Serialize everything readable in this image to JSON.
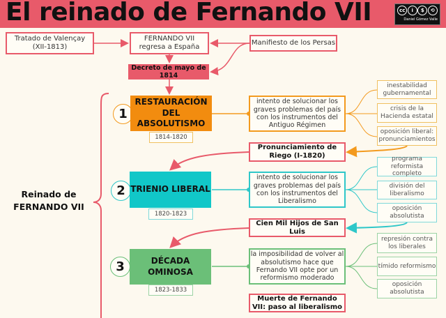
{
  "header": {
    "title": "El reinado de Fernando VII",
    "license": {
      "icons": [
        "cc",
        "by",
        "nc",
        "sa"
      ],
      "labels": [
        "cc",
        "i",
        "$",
        "⟲"
      ],
      "author": "Daniel Gómez Valle"
    }
  },
  "top": {
    "tratado": "Tratado de Valençay (XII-1813)",
    "regresa": "FERNANDO VII regresa a España",
    "manifiesto": "Manifiesto de los Persas",
    "decreto": "Decreto de mayo de 1814"
  },
  "reinado": "Reinado de FERNANDO VII",
  "stages": [
    {
      "num": "1",
      "name": "RESTAURACIÓN DEL ABSOLUTISMO",
      "dates": "1814-1820",
      "color": "#f28c0f",
      "desc": "intento de solucionar los graves problemas del país con los instrumentos del Antiguo Régimen",
      "items": [
        "inestabilidad gubernamental",
        "crisis de la Hacienda estatal",
        "oposición liberal: pronunciamientos"
      ]
    },
    {
      "num": "2",
      "name": "TRIENIO LIBERAL",
      "dates": "1820-1823",
      "color": "#11c7c8",
      "desc": "intento de solucionar los graves problemas del país con los instrumentos del Liberalismo",
      "items": [
        "programa reformista completo",
        "división del liberalismo",
        "oposición absolutista"
      ]
    },
    {
      "num": "3",
      "name": "DÉCADA OMINOSA",
      "dates": "1823-1833",
      "color": "#6bbf78",
      "desc": "la imposibilidad de volver al absolutismo hace que Fernando VII opte por un reformismo moderado",
      "items": [
        "represión contra los liberales",
        "tímido reformismo",
        "oposición absolutista"
      ]
    }
  ],
  "events": [
    "Pronunciamiento de Riego (I-1820)",
    "Cien Mil Hijos de San Luis",
    "Muerte de Fernando VII: paso al liberalismo"
  ]
}
